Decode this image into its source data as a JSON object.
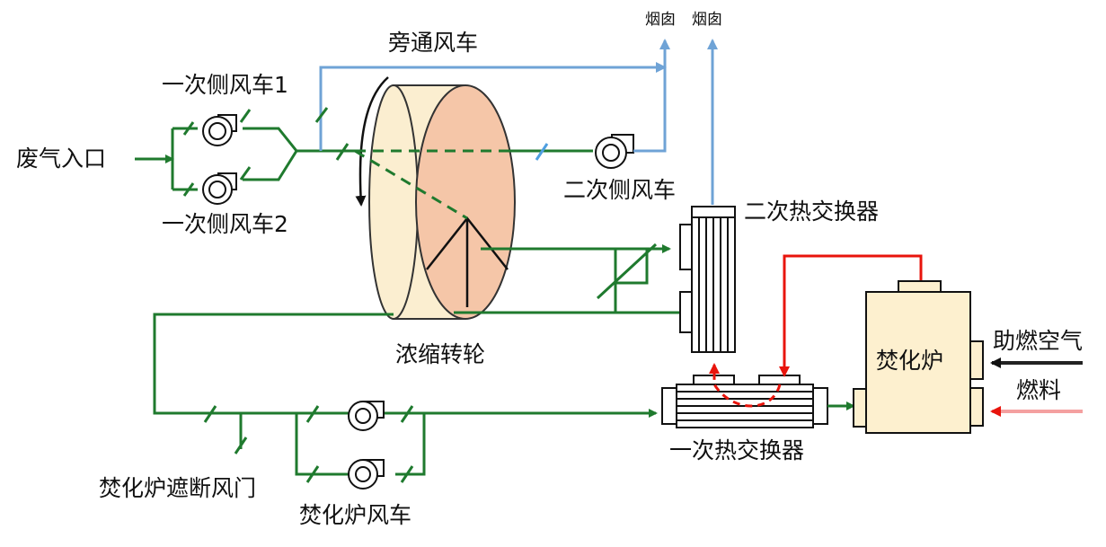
{
  "labels": {
    "inlet": "废气入口",
    "primary_fan_1": "一次侧风车1",
    "primary_fan_2": "一次侧风车2",
    "bypass_fan": "旁通风车",
    "chimney_1": "烟囱",
    "chimney_2": "烟囱",
    "secondary_fan": "二次侧风车",
    "secondary_hx": "二次热交换器",
    "rotor": "浓缩转轮",
    "incinerator": "焚化炉",
    "combustion_air": "助燃空气",
    "fuel": "燃料",
    "primary_hx": "一次热交换器",
    "incinerator_damper": "焚化炉遮断风门",
    "incinerator_fan": "焚化炉风车"
  },
  "colors": {
    "process_line": "#1f7a2e",
    "exhaust_line": "#6fa3d6",
    "hot_line": "#e8140c",
    "rotor_front": "#fbeed0",
    "rotor_side": "#f5c6a8",
    "incinerator_fill": "#fdf0cf",
    "combustion_air_arrow": "#222222",
    "fuel_arrow": "#f4a0a0"
  }
}
